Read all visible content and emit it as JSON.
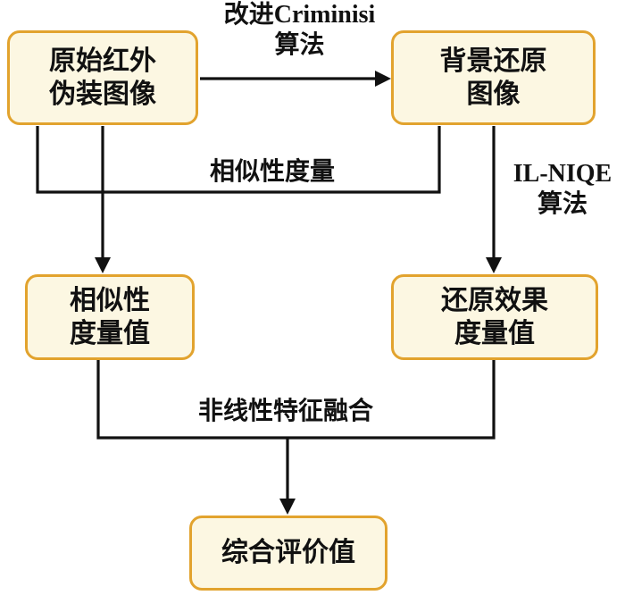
{
  "diagram": {
    "type": "flowchart",
    "nodes": {
      "original": {
        "line1": "原始红外",
        "line2": "伪装图像"
      },
      "restored": {
        "line1": "背景还原",
        "line2": "图像"
      },
      "similarity": {
        "line1": "相似性",
        "line2": "度量值"
      },
      "restoration": {
        "line1": "还原效果",
        "line2": "度量值"
      },
      "final": {
        "label": "综合评价值"
      }
    },
    "labels": {
      "criminisi_line1": "改进Criminisi",
      "criminisi_line2": "算法",
      "similarity_measure": "相似性度量",
      "ilniqe_line1": "IL-NIQE",
      "ilniqe_line2": "算法",
      "fusion": "非线性特征融合"
    }
  },
  "colors": {
    "box_border": "#E2A32E",
    "box_fill": "#FCF7E2",
    "line": "#111111",
    "text": "#111111"
  }
}
